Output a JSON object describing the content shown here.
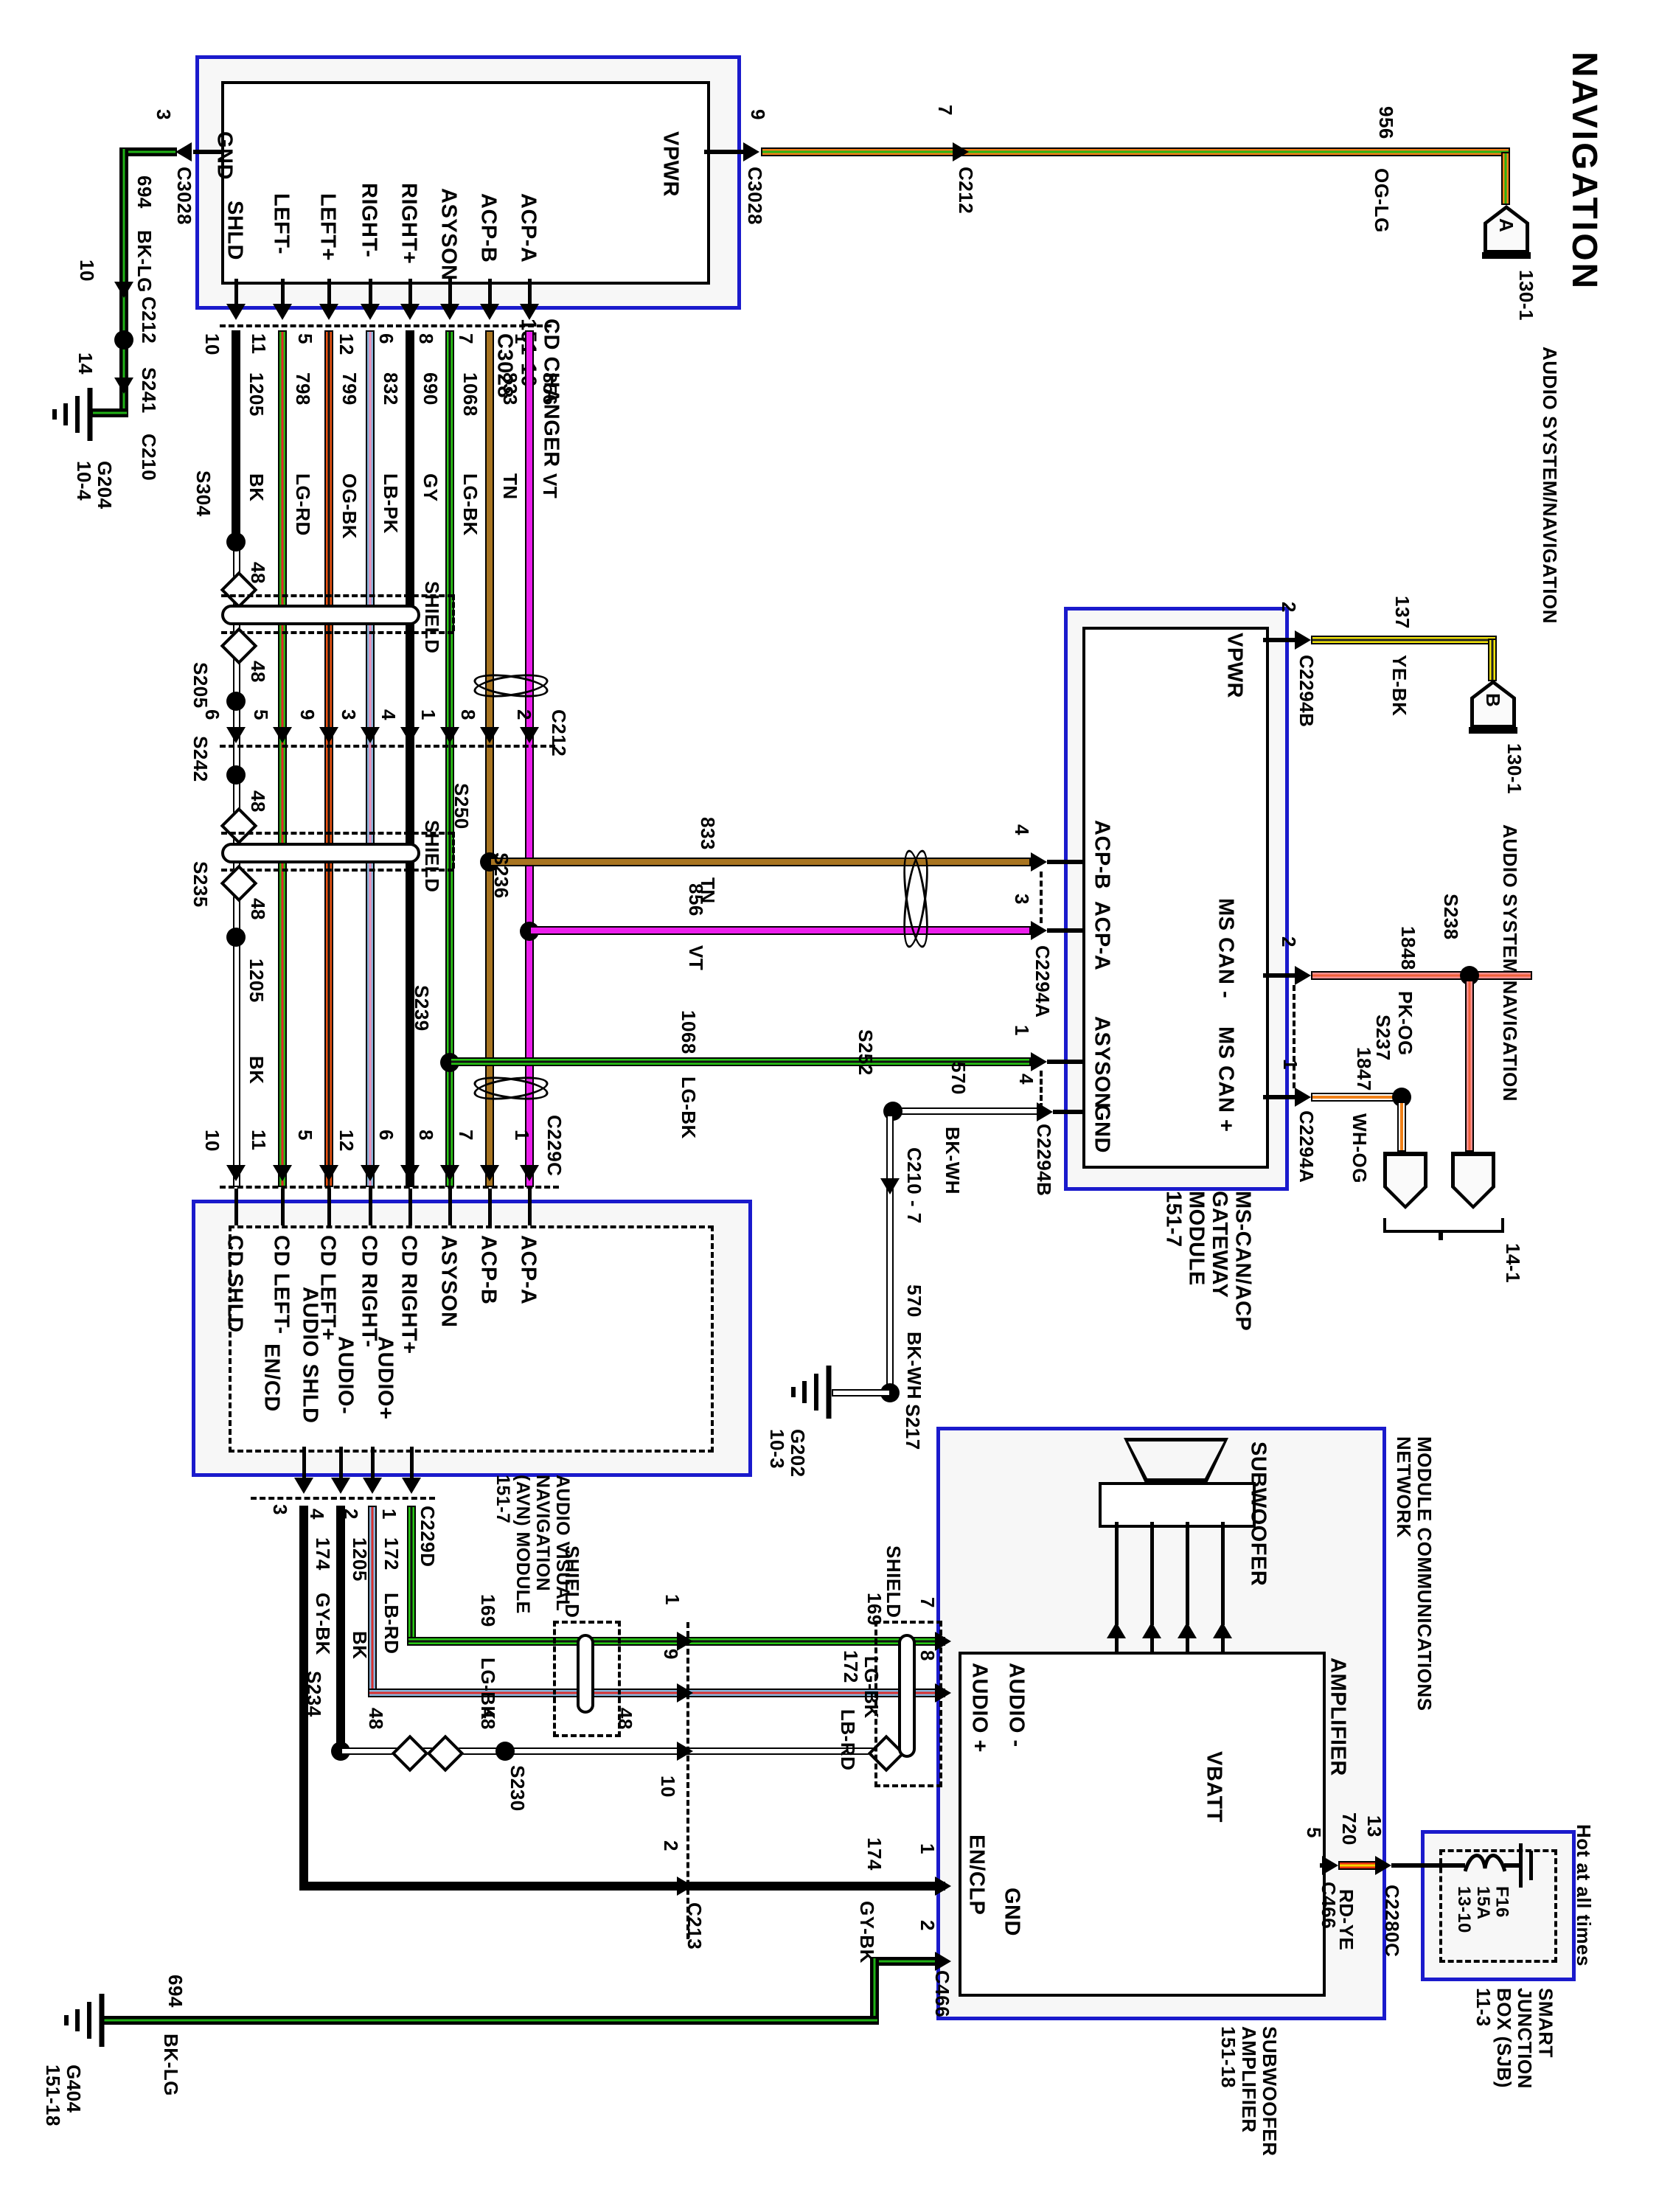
{
  "title": "NAVIGATION",
  "cd": {
    "caption": "CD CHANGER\n151-10",
    "gnd": "GND",
    "vpwr": "VPWR",
    "pins": [
      "SHLD",
      "LEFT-",
      "LEFT+",
      "RIGHT-",
      "RIGHT+",
      "ASYSON",
      "ACP-B",
      "ACP-A"
    ],
    "conn": "C3028",
    "conn_pins": [
      "10",
      "11",
      "5",
      "12",
      "6",
      "8",
      "7",
      "1"
    ]
  },
  "wires": [
    {
      "num": "1205",
      "color": "BK"
    },
    {
      "num": "798",
      "color": "LG-RD"
    },
    {
      "num": "799",
      "color": "OG-BK"
    },
    {
      "num": "832",
      "color": "LB-PK"
    },
    {
      "num": "690",
      "color": "GY"
    },
    {
      "num": "1068",
      "color": "LG-BK"
    },
    {
      "num": "833",
      "color": "TN"
    },
    {
      "num": "856",
      "color": "VT"
    }
  ],
  "gnd_branch": {
    "pin": "3",
    "conn": "C3028",
    "num": "694",
    "color": "BK-LG",
    "c212_pin": "10",
    "c212": "C212",
    "splice": "S241",
    "c210_pin": "14",
    "c210": "C210",
    "ground": "G204\n10-4"
  },
  "vpwr_branch": {
    "pin": "9",
    "conn": "C3028",
    "num": "956",
    "color": "OG-LG",
    "c212_pin": "7",
    "c212": "C212",
    "tag": "A",
    "page": "130-1",
    "dest": "AUDIO SYSTEM/NAVIGATION"
  },
  "shield": {
    "label": "SHIELD",
    "drain": "48",
    "s304": "S304",
    "s205": "S205",
    "s242": "S242",
    "s235": "S235"
  },
  "c212": {
    "pins": [
      "6",
      "5",
      "9",
      "3",
      "4",
      "1",
      "8",
      "2"
    ],
    "conn": "C212"
  },
  "c229c": {
    "pins": [
      "10",
      "11",
      "5",
      "12",
      "6",
      "8",
      "7",
      "1"
    ],
    "conn": "C229C"
  },
  "br": {
    "s250": "S250",
    "s236": "S236",
    "s239": "S239",
    "acpb_pin": "4",
    "acpa_pin": "3",
    "acpa_conn": "C2294A",
    "asyson_pin": "1"
  },
  "gw": {
    "vpwr": "VPWR",
    "acpb": "ACP-B",
    "acpa": "ACP-A",
    "asyson": "ASYSON",
    "gnd": "GND",
    "canm": "MS CAN -",
    "canp": "MS CAN +",
    "caption": "MS-CAN/ACP\nGATEWAY\nMODULE\n151-7",
    "vpwr_pin": "2",
    "vpwr_conn": "C2294B",
    "vpwr_num": "137",
    "vpwr_color": "YE-BK",
    "tag": "B",
    "page": "130-1",
    "dest": "AUDIO SYSTEM/NAVIGATION",
    "canm_pin": "2",
    "canm_num": "1848",
    "canm_color": "PK-OG",
    "s238": "S238",
    "canp_pin": "1",
    "canp_conn": "C2294A",
    "canp_num": "1847",
    "canp_color": "WH-OG",
    "s237": "S237",
    "net_page": "14-1",
    "net_caption": "MODULE COMMUNICATIONS\nNETWORK",
    "gnd_pin": "4",
    "gnd_conn": "C2294B",
    "gnd_num": "570",
    "gnd_color": "BK-WH",
    "s252": "S252",
    "c210": "C210 - 7",
    "s217": "S217",
    "ground": "G202\n10-3"
  },
  "avn": {
    "pins_top": [
      "CD SHLD",
      "CD LEFT-",
      "CD LEFT+",
      "CD RIGHT-",
      "CD RIGHT+",
      "ASYSON",
      "ACP-B",
      "ACP-A"
    ],
    "pins_bottom": [
      "EN/CD",
      "AUDIO SHLD",
      "AUDIO-",
      "AUDIO+"
    ],
    "caption": "AUDIO VISUAL\nNAVIGATION\n(AVN) MODULE\n151-7",
    "conn_pins": [
      "3",
      "4",
      "2",
      "1"
    ],
    "conn": "C229D"
  },
  "low": {
    "gybk": {
      "num": "174",
      "color": "GY-BK"
    },
    "bk": {
      "num": "1205",
      "color": "BK"
    },
    "lbrd": {
      "num": "172",
      "color": "LB-RD"
    },
    "lgbk": {
      "num": "169",
      "color": "LG-BK"
    },
    "s234": "S234",
    "s230": "S230",
    "p169": "1",
    "p172": "9",
    "p48": "10",
    "p174": "2",
    "c213": "C213"
  },
  "amp": {
    "sub": "SUBWOOFER",
    "name": "AMPLIFIER",
    "audiop": "AUDIO +",
    "audiom": "AUDIO -",
    "enclp": "EN/CLP",
    "gnd": "GND",
    "vbatt": "VBATT",
    "p_audiop": "7",
    "p_audiom": "8",
    "p_enclp": "1",
    "p_gnd": "2",
    "gnd_conn": "C466",
    "vbatt_pin": "5",
    "vbatt_conn": "C466",
    "vbatt_num": "720",
    "vbatt_color": "RD-YE",
    "sjb_pin": "13",
    "sjb_conn": "C2280C",
    "caption": "SUBWOOFER\nAMPLIFIER\n151-18",
    "gnd_num": "694",
    "gnd_color": "BK-LG",
    "ground": "G404\n151-18"
  },
  "sjb": {
    "hot": "Hot at all times",
    "fuse": "F16\n15A\n13-10",
    "caption": "SMART\nJUNCTION\nBOX (SJB)\n11-3"
  }
}
